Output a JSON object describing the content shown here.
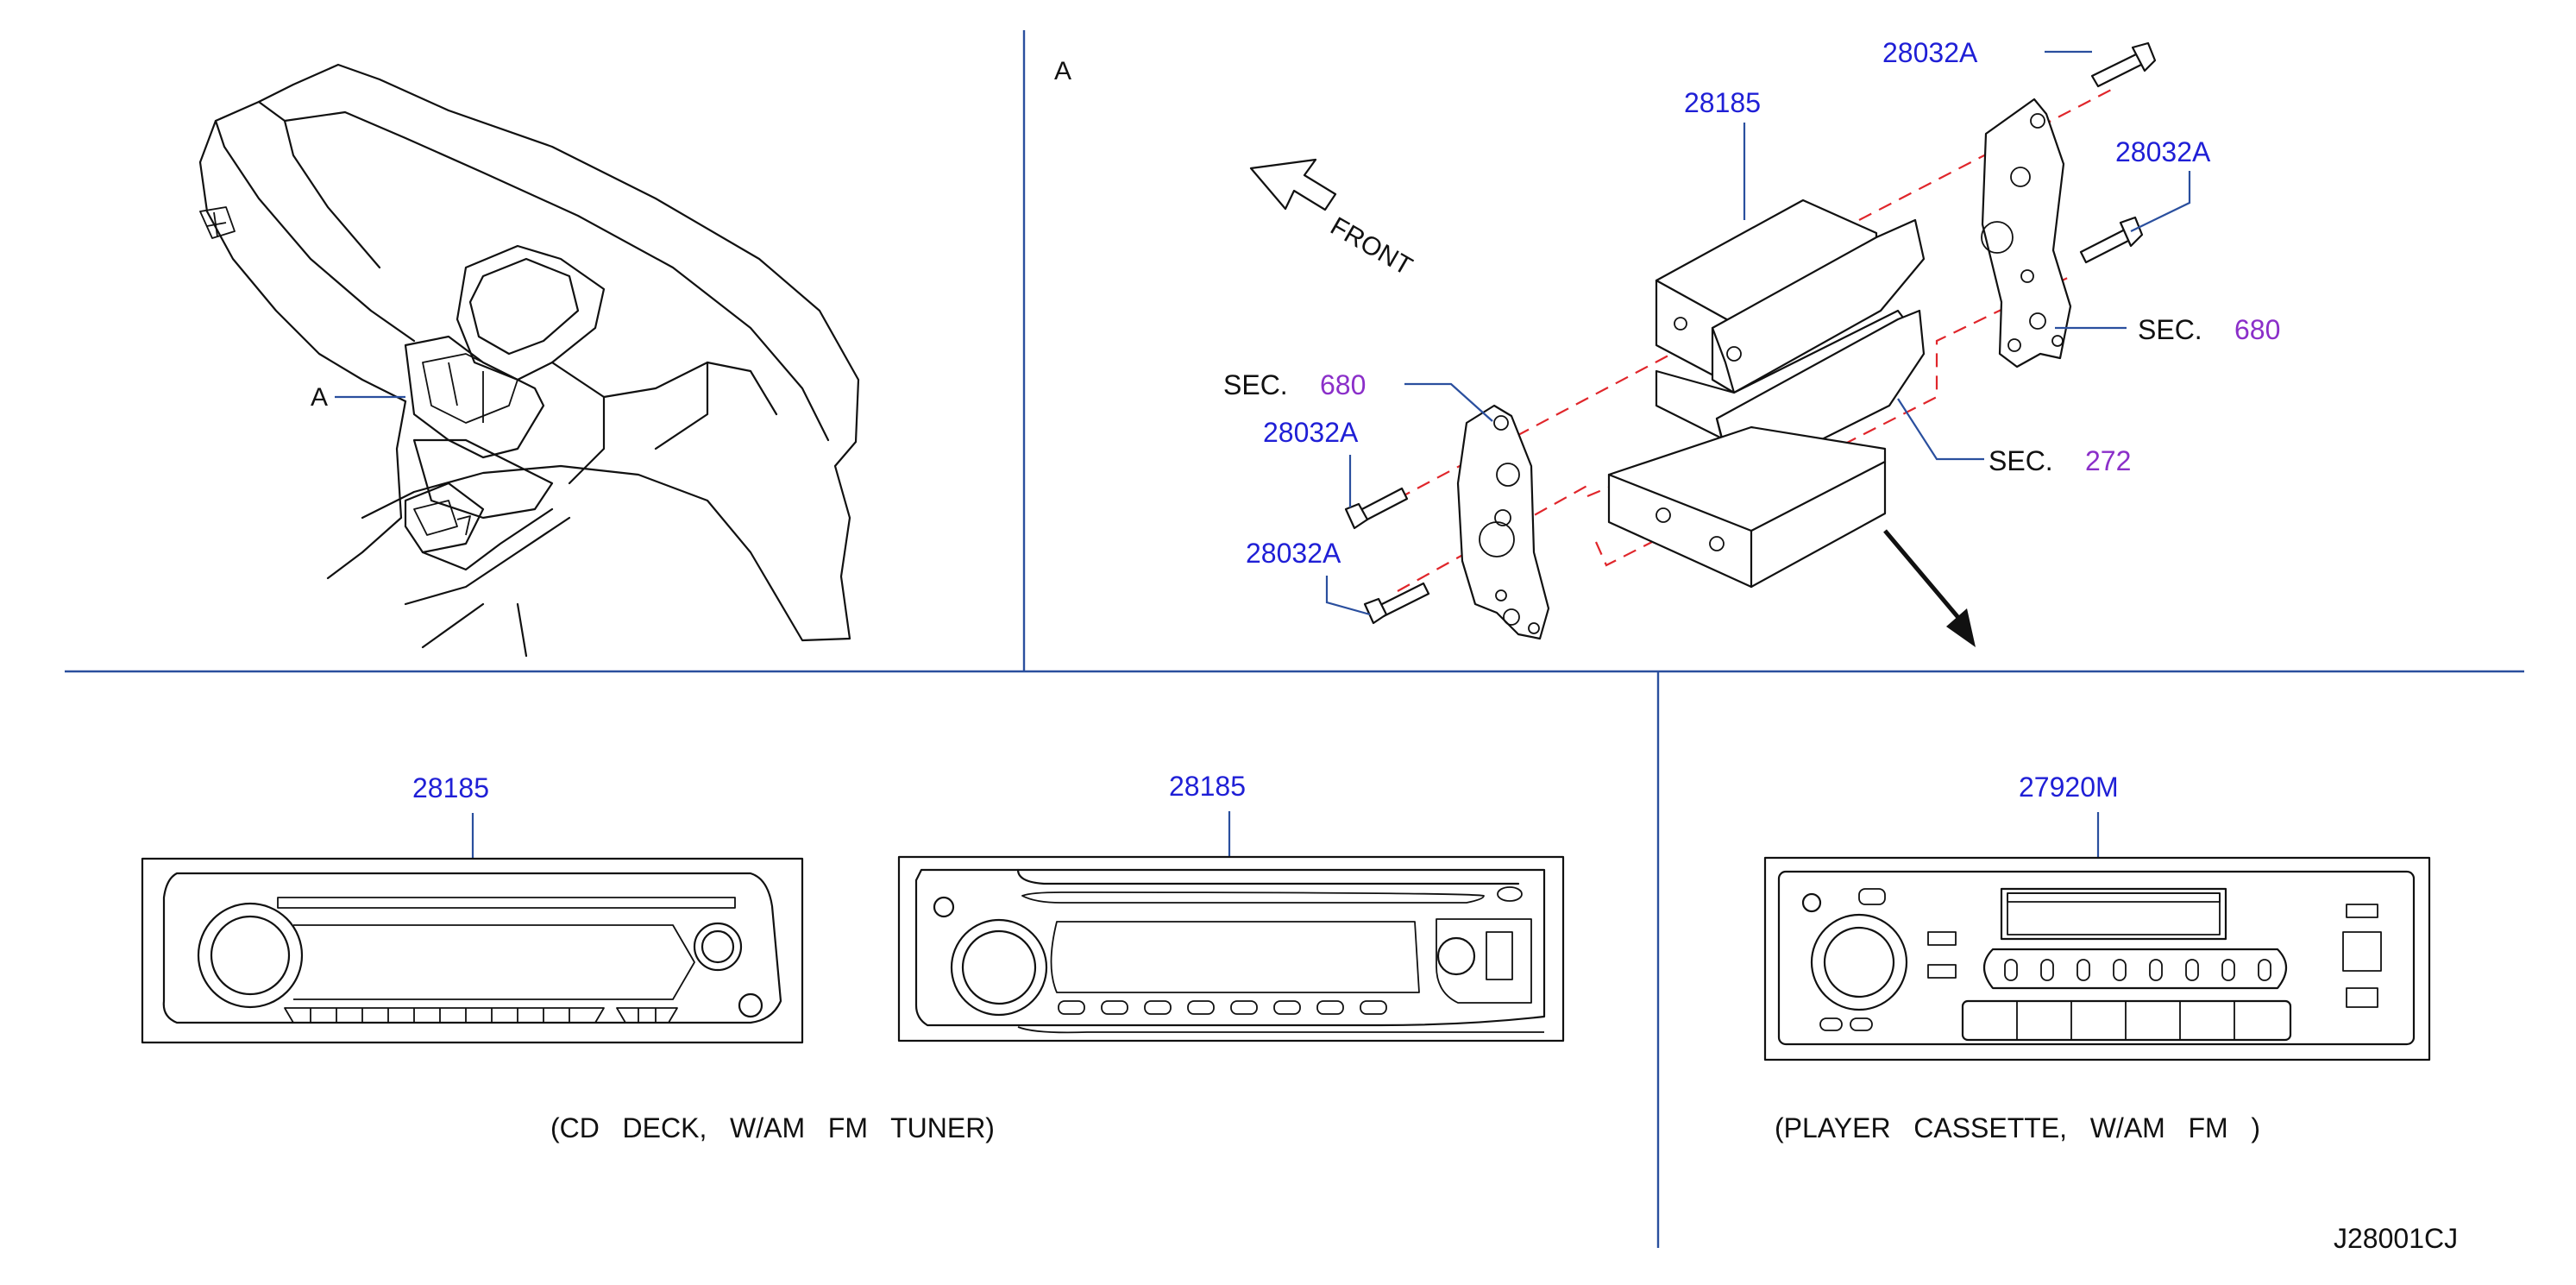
{
  "colors": {
    "part_number": "#1f1fd6",
    "section_number": "#8b2fc9",
    "leader_line": "#2a4f9e",
    "hidden_line": "#e0262b",
    "text": "#111111"
  },
  "overview": {
    "view_label": "A"
  },
  "detail": {
    "view_label": "A",
    "front_label": "FRONT",
    "callouts": {
      "screw_top_right": "28032A",
      "screw_right": "28032A",
      "screw_left_upper": "28032A",
      "screw_left_lower": "28032A",
      "unit": "28185",
      "sec_left_prefix": "SEC.",
      "sec_left_number": "680",
      "sec_right_prefix": "SEC.",
      "sec_right_number": "680",
      "sec_bottom_prefix": "SEC.",
      "sec_bottom_number": "272"
    }
  },
  "variants": [
    {
      "part": "28185"
    },
    {
      "part": "28185"
    },
    {
      "part": "27920M"
    }
  ],
  "captions": {
    "cd_deck": "(CD   DECK,   W/AM   FM   TUNER)",
    "cassette": "(PLAYER   CASSETTE,   W/AM   FM   )"
  },
  "diagram_id": "J28001CJ"
}
